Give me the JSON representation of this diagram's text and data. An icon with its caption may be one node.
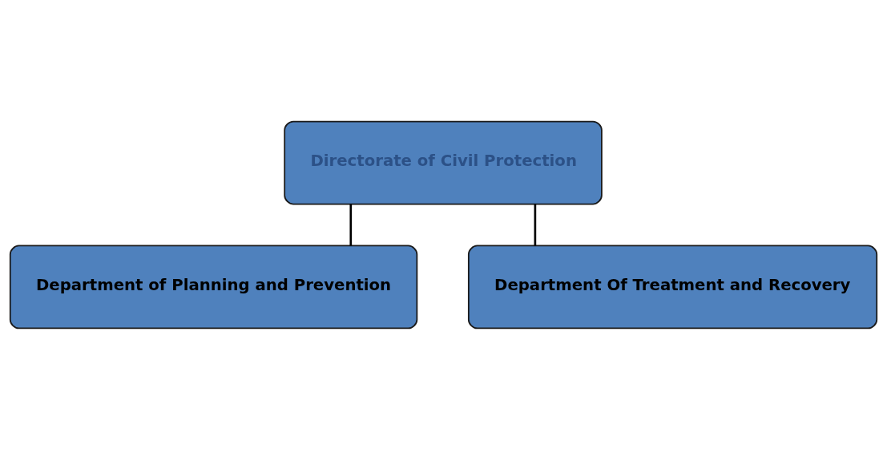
{
  "diagram": {
    "nodes": [
      {
        "text": [
          "Directorate of Civil Protection"
        ]
      },
      {
        "text": [
          "Department of Planning and Prevention"
        ]
      },
      {
        "text": [
          "Department Of Treatment and Recovery"
        ]
      }
    ],
    "edges": [
      {
        "from": 0,
        "to": 1,
        "arrow": "none"
      },
      {
        "from": 0,
        "to": 2,
        "arrow": "none"
      }
    ]
  }
}
